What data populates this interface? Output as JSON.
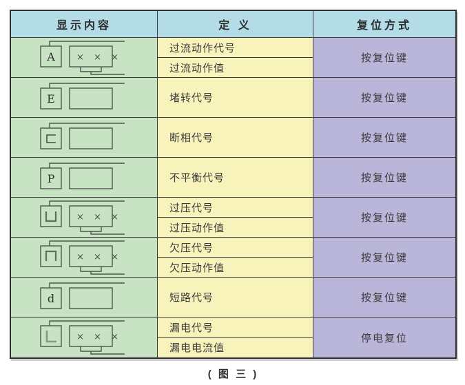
{
  "table": {
    "headers": [
      "显示内容",
      "定 义",
      "复位方式"
    ],
    "display_value": "× × ×",
    "rows": [
      {
        "symbol": "A",
        "symbol_icon": "seven-segment-A",
        "display": "xxx",
        "definitions": [
          "过流动作代号",
          "过流动作值"
        ],
        "reset": "按复位键"
      },
      {
        "symbol": "E",
        "symbol_icon": "seven-segment-E",
        "display": "blank",
        "definitions": [
          "堵转代号"
        ],
        "reset": "按复位键"
      },
      {
        "symbol": "⊏",
        "symbol_icon": "seven-segment-c",
        "display": "blank",
        "definitions": [
          "断相代号"
        ],
        "reset": "按复位键"
      },
      {
        "symbol": "P",
        "symbol_icon": "seven-segment-P",
        "display": "blank",
        "definitions": [
          "不平衡代号"
        ],
        "reset": "按复位键"
      },
      {
        "symbol": "凵",
        "symbol_icon": "seven-segment-U",
        "display": "xxx",
        "definitions": [
          "过压代号",
          "过压动作值"
        ],
        "reset": "按复位键"
      },
      {
        "symbol": "冂",
        "symbol_icon": "seven-segment-n",
        "display": "xxx",
        "definitions": [
          "欠压代号",
          "欠压动作值"
        ],
        "reset": "按复位键"
      },
      {
        "symbol": "d",
        "symbol_icon": "seven-segment-d",
        "display": "blank",
        "definitions": [
          "短路代号"
        ],
        "reset": "按复位键"
      },
      {
        "symbol": "L",
        "symbol_icon": "seven-segment-L",
        "display": "xxx",
        "definitions": [
          "漏电代号",
          "漏电电流值"
        ],
        "reset": "停电复位"
      }
    ]
  },
  "caption": "( 图 三 )",
  "colors": {
    "c-header": "#b3dce6",
    "c-col1": "#c8e2c4",
    "c-col2": "#f8f3bb",
    "c-col3": "#b9b6da",
    "c-border": "#2e2e2e",
    "c-line": "#3c3c3c",
    "c-diagram": "#4a554a",
    "c-page": "#ffffff"
  }
}
